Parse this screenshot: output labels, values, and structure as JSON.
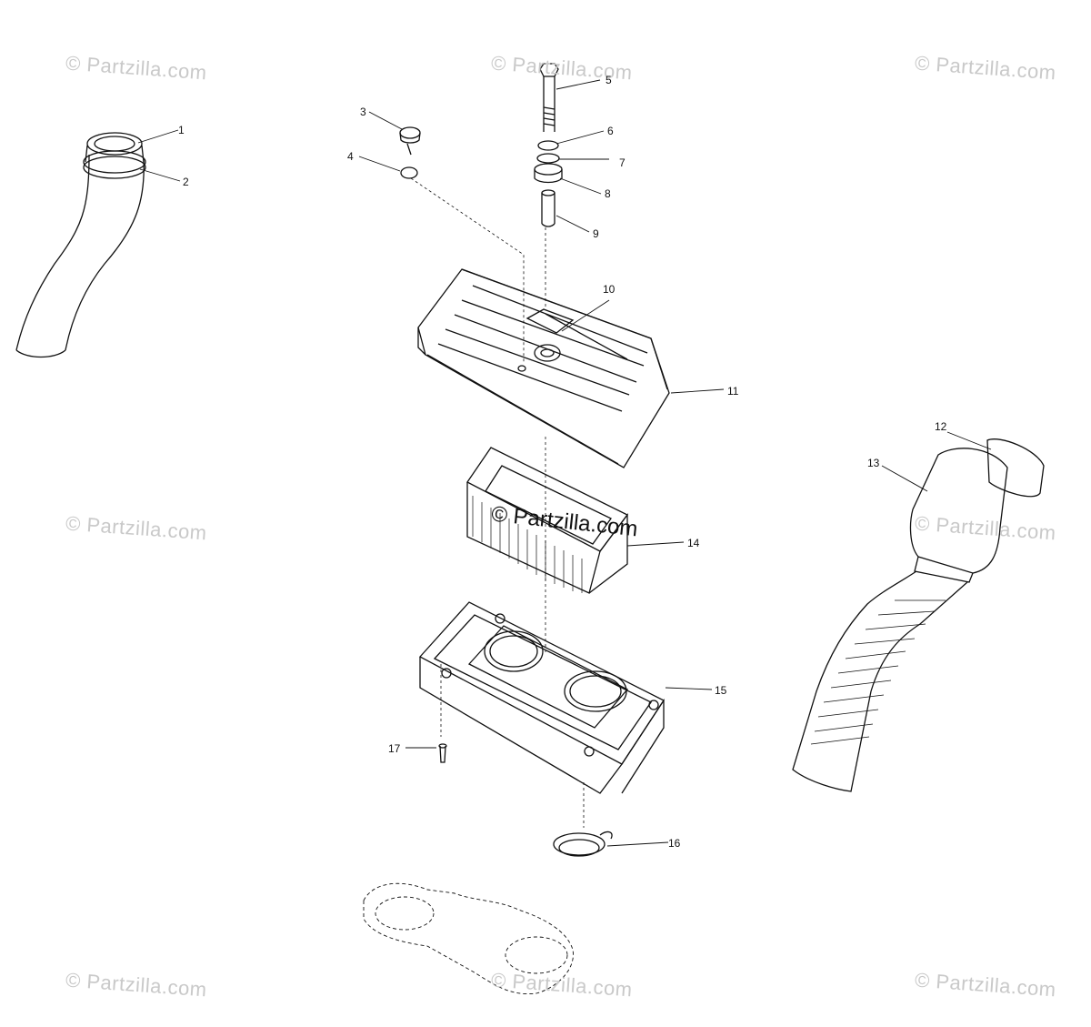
{
  "watermark": "© Partzilla.com",
  "callouts": [
    "1",
    "2",
    "3",
    "4",
    "5",
    "6",
    "7",
    "8",
    "9",
    "10",
    "11",
    "12",
    "13",
    "14",
    "15",
    "16",
    "17"
  ]
}
